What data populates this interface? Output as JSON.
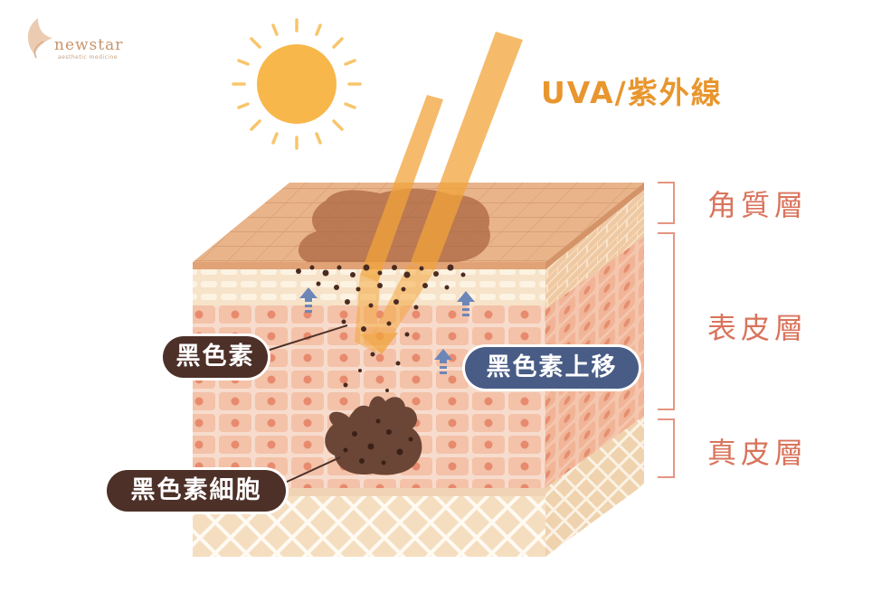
{
  "logo": {
    "name": "newstar",
    "tagline": "aesthetic medicine"
  },
  "uva_label": "UVA/紫外線",
  "layers": {
    "stratum_corneum": "角質層",
    "epidermis": "表皮層",
    "dermis": "真皮層"
  },
  "callouts": {
    "melanin": "黑色素",
    "melanin_rises": "黑色素上移",
    "melanocyte": "黑色素細胞"
  },
  "colors": {
    "sun": "#f7b74a",
    "ray": "#f2a43a",
    "layer_label": "#d9745c",
    "uva_label": "#e8962e",
    "tag_dark": "#4d3028",
    "tag_blue": "#485c86",
    "arrow_blue": "#6d86b8"
  }
}
